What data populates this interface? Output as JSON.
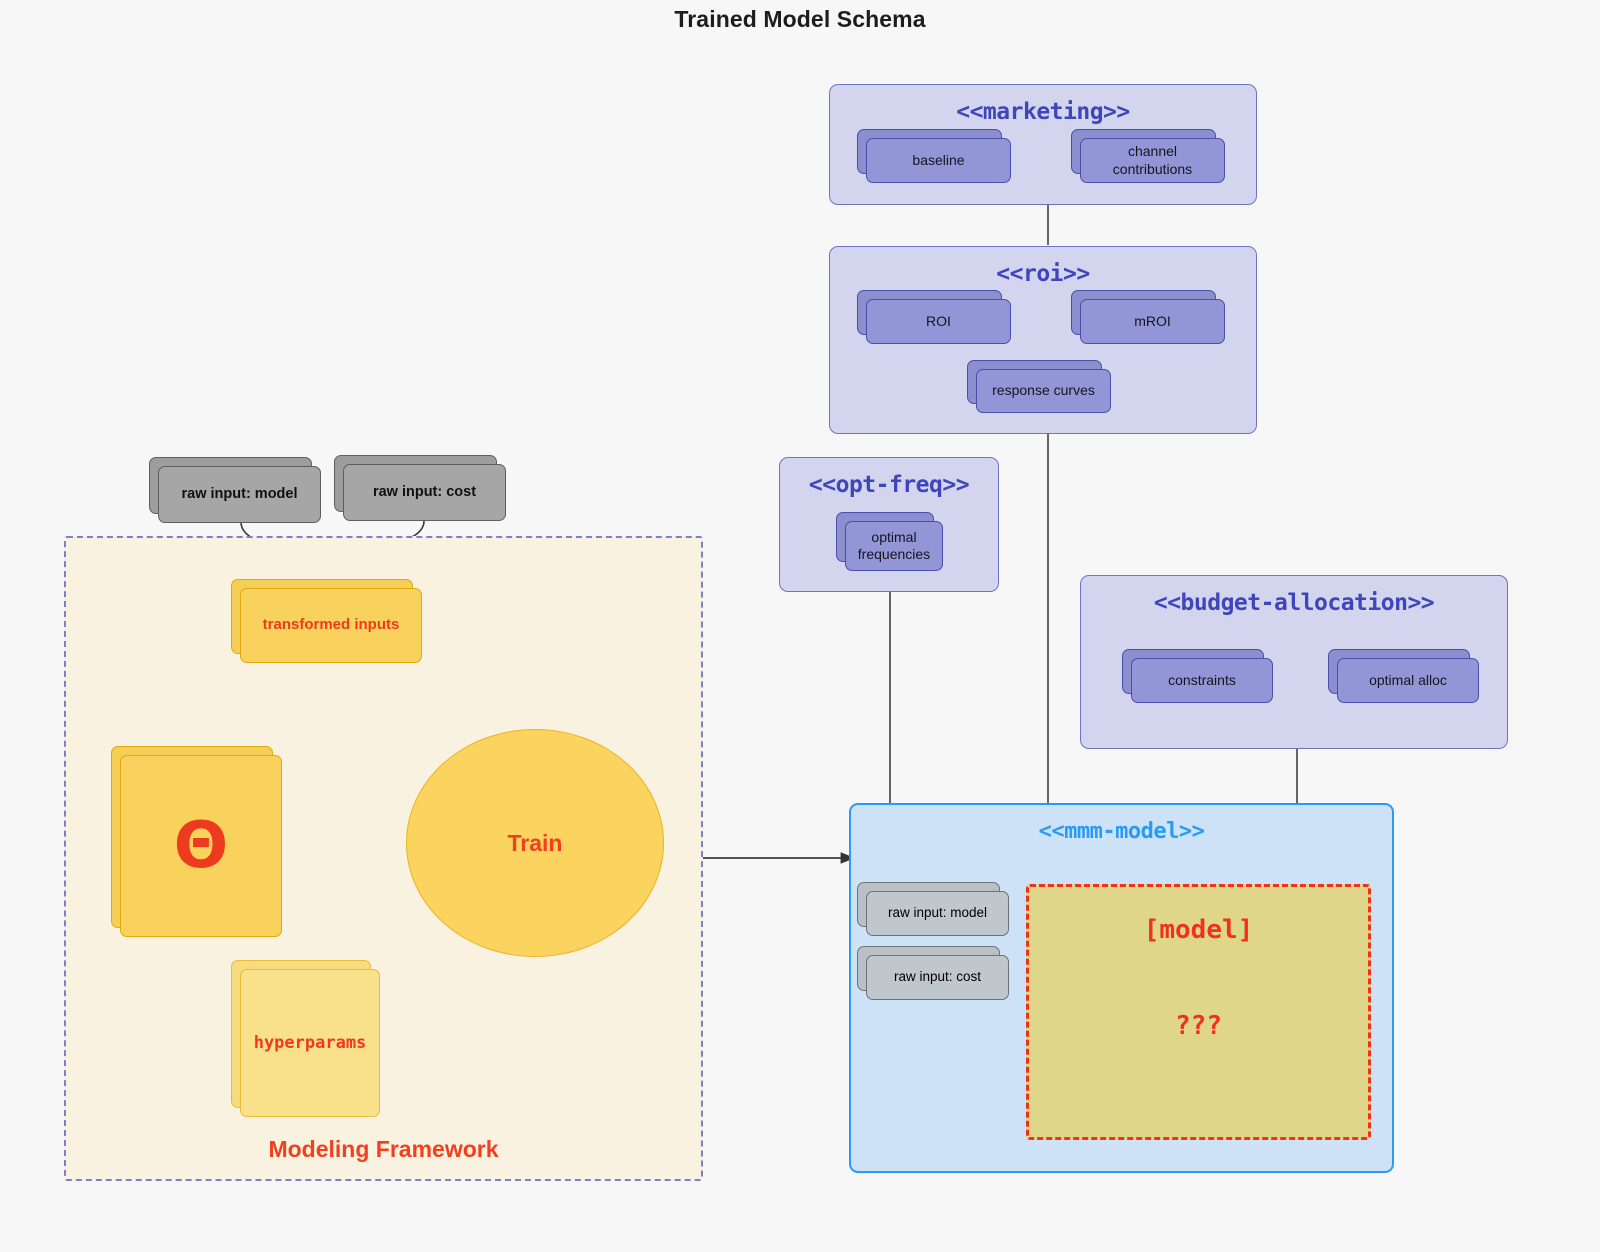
{
  "page": {
    "title": "Trained Model Schema",
    "background": "#f7f7f7"
  },
  "colors": {
    "package_fill": "#d3d5ee",
    "package_stroke": "#6e73c4",
    "package_title": "#3f45bb",
    "component_fill": "#9296d6",
    "component_stroke": "#4a4fa8",
    "mmm_fill": "#cde2f7",
    "mmm_stroke": "#2a9bf5",
    "mmm_title": "#2a9bf5",
    "model_region_fill": "#e0d68a",
    "accent_red": "#f0321a",
    "framework_fill": "#faf2e0",
    "framework_stroke": "#7b7fd0",
    "yellow_fill": "#f8d25c",
    "yellow_stroke": "#e0a90e",
    "grey_fill": "#a6a6a6",
    "grey_stroke": "#5f5f5f"
  },
  "packages": {
    "marketing": {
      "title": "<<marketing>>",
      "components": [
        "baseline",
        "channel contributions"
      ]
    },
    "roi": {
      "title": "<<roi>>",
      "components": [
        "ROI",
        "mROI",
        "response curves"
      ]
    },
    "opt_freq": {
      "title": "<<opt-freq>>",
      "components": [
        "optimal\nfrequencies"
      ],
      "component_line1": "optimal",
      "component_line2": "frequencies"
    },
    "budget_allocation": {
      "title": "<<budget-allocation>>",
      "components": [
        "constraints",
        "optimal alloc"
      ]
    },
    "mmm_model": {
      "title": "<<mmm-model>>",
      "inputs": [
        "raw input: model",
        "raw input: cost"
      ],
      "model_region": {
        "label": "[model]",
        "unknown": "???"
      }
    }
  },
  "framework": {
    "label": "Modeling Framework",
    "raw_inputs": [
      "raw input: model",
      "raw input: cost"
    ],
    "transformed_inputs": "transformed inputs",
    "theta": "Θ",
    "hyperparams": "hyperparams",
    "train": "Train"
  }
}
